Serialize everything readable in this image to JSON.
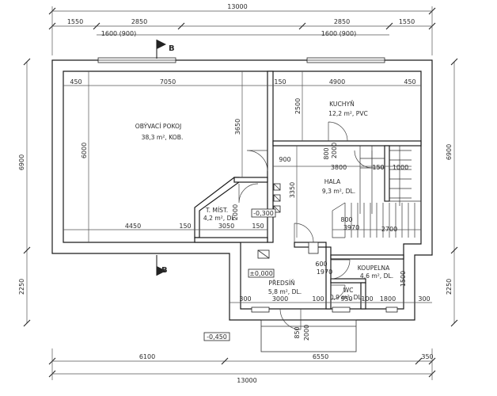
{
  "dimensions": {
    "top_total": "13000",
    "top_row": [
      "1550",
      "2850",
      "2850",
      "1550"
    ],
    "top_windows": [
      "1600 (900)",
      "1600 (900)"
    ],
    "bottom_total": "13000",
    "bottom_row": [
      "6100",
      "6550",
      "350"
    ],
    "left_total": "6900",
    "left_lower": "2250",
    "right_total": "6900",
    "right_lower": "2250",
    "living_top": [
      "450",
      "7050",
      "150",
      "4900",
      "450"
    ],
    "living_depth": "6000",
    "living_inner": "3650",
    "living_bottom": [
      "4450",
      "150"
    ],
    "storage": [
      "3050",
      "150",
      "2000"
    ],
    "kitchen_depth": "2500",
    "kitchen_door": [
      "800",
      "2000"
    ],
    "hall_row": [
      "900",
      "3800",
      "1000",
      "150"
    ],
    "hall_depth": "3350",
    "stairs": [
      "800",
      "3970",
      "2700"
    ],
    "entry_door": [
      "600",
      "1970"
    ],
    "front_row": [
      "300",
      "3000",
      "100",
      "950",
      "100",
      "1800",
      "300"
    ],
    "bath_side": "1500",
    "bottom_doors": [
      "850",
      "2000"
    ],
    "levels": [
      "-0,300",
      "±0,000",
      "-0,450"
    ]
  },
  "rooms": {
    "living": {
      "name": "OBÝVACÍ POKOJ",
      "area": "38,3 m², KOB."
    },
    "kitchen": {
      "name": "KUCHYŇ",
      "area": "12,2 m², PVC"
    },
    "hall": {
      "name": "HALA",
      "area": "9,3 m², DL."
    },
    "storage": {
      "name": "T. MÍST.",
      "area": "4,2 m², DL."
    },
    "entry": {
      "name": "PŘEDSÍŇ",
      "area": "5,8 m², DL."
    },
    "bath": {
      "name": "KOUPELNA",
      "area": "4,6 m², DL."
    },
    "wc": {
      "name": "WC",
      "area": "0,9 m², DL."
    }
  },
  "section_marks": [
    "B",
    "B"
  ]
}
